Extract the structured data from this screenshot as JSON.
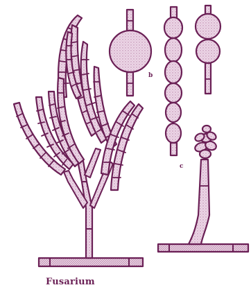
{
  "title": "Fusarium",
  "labels": {
    "b": "b",
    "c": "c"
  },
  "colors": {
    "ink": "#6a1f55",
    "fill": "#e3c9dc",
    "fill_dark": "#cfa8c4"
  }
}
